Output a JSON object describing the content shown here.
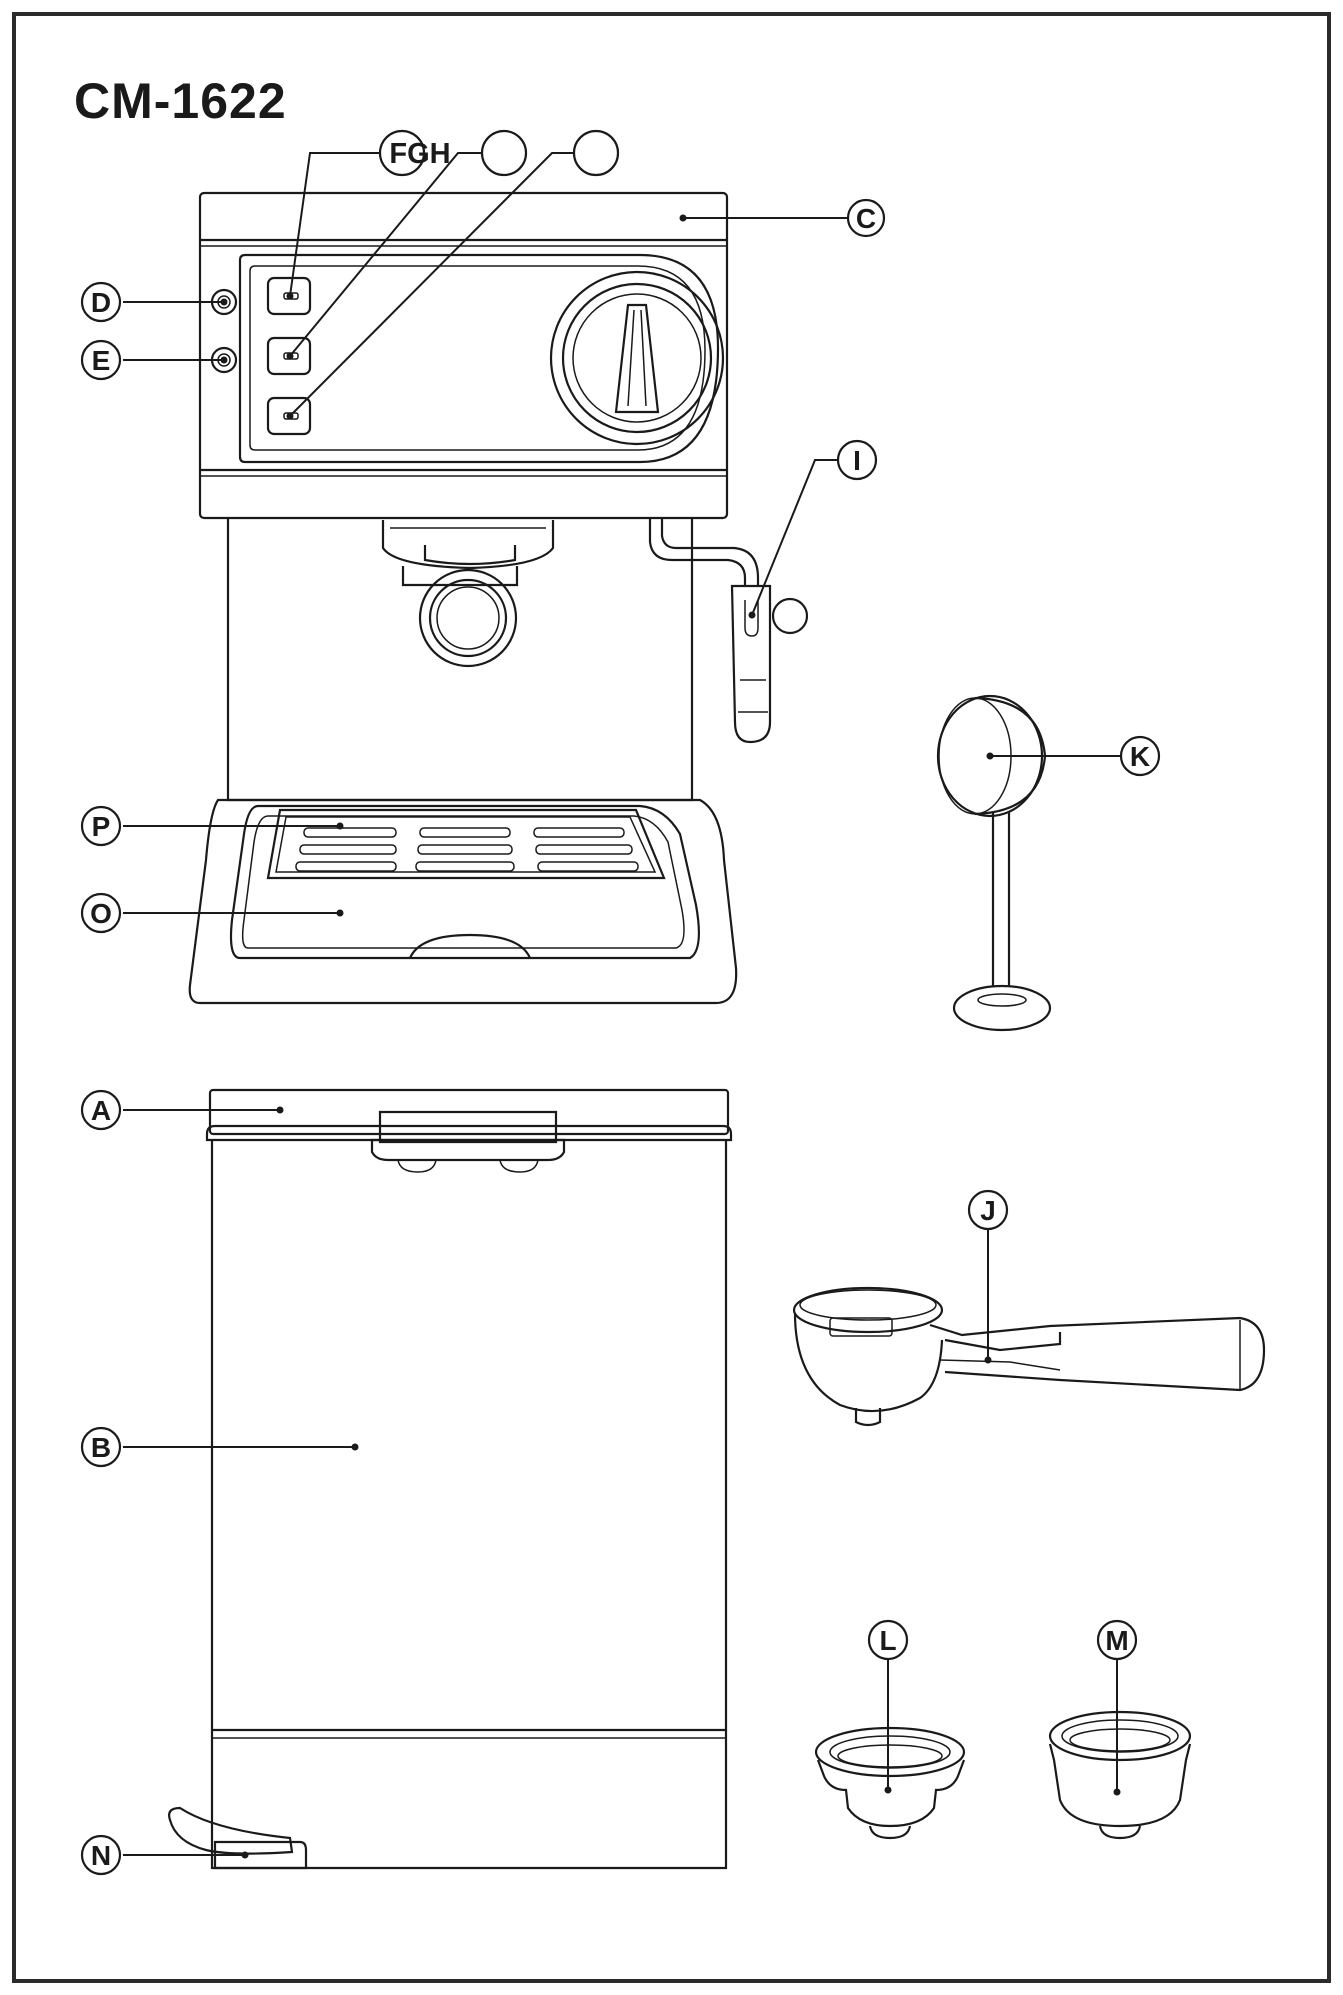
{
  "title": "CM-1622",
  "labels": {
    "A": "A",
    "B": "B",
    "C": "C",
    "D": "D",
    "E": "E",
    "FGH": "FGH",
    "I": "I",
    "J": "J",
    "K": "K",
    "L": "L",
    "M": "M",
    "N": "N",
    "O": "O",
    "P": "P"
  },
  "colors": {
    "line": "#1a1a1a",
    "frame": "#2b2b2b",
    "background": "#ffffff"
  }
}
